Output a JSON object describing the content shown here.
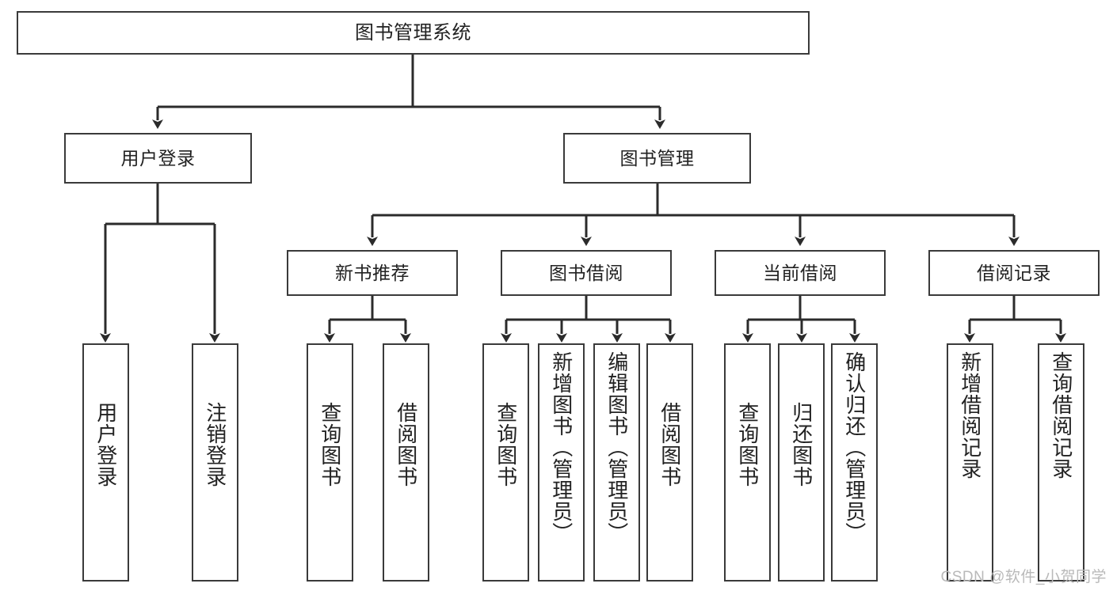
{
  "diagram": {
    "type": "tree",
    "title": "图书管理系统",
    "style": {
      "box_border": "#3a3a3a",
      "box_fill": "#ffffff",
      "line": "#2b2b2b",
      "text": "#222222",
      "background": "#ffffff"
    },
    "nodes": {
      "root": {
        "label": "图书管理系统",
        "orientation": "horizontal"
      },
      "level2": [
        {
          "label": "用户登录",
          "orientation": "horizontal"
        },
        {
          "label": "图书管理",
          "orientation": "horizontal"
        }
      ],
      "level3": [
        {
          "label": "新书推荐",
          "orientation": "horizontal"
        },
        {
          "label": "图书借阅",
          "orientation": "horizontal"
        },
        {
          "label": "当前借阅",
          "orientation": "horizontal"
        },
        {
          "label": "借阅记录",
          "orientation": "horizontal"
        }
      ],
      "leaves_user_login": [
        {
          "label": "用户登录",
          "orientation": "vertical"
        },
        {
          "label": "注销登录",
          "orientation": "vertical"
        }
      ],
      "leaves_new_book": [
        {
          "label": "查询图书",
          "orientation": "vertical"
        },
        {
          "label": "借阅图书",
          "orientation": "vertical"
        }
      ],
      "leaves_borrow_book": [
        {
          "label": "查询图书",
          "orientation": "vertical"
        },
        {
          "label": "新增图书（管理员）",
          "orientation": "vertical"
        },
        {
          "label": "编辑图书（管理员）",
          "orientation": "vertical"
        },
        {
          "label": "借阅图书",
          "orientation": "vertical"
        }
      ],
      "leaves_current_borrow": [
        {
          "label": "查询图书",
          "orientation": "vertical"
        },
        {
          "label": "归还图书",
          "orientation": "vertical"
        },
        {
          "label": "确认归还（管理员）",
          "orientation": "vertical"
        }
      ],
      "leaves_borrow_record": [
        {
          "label": "新增借阅记录",
          "orientation": "vertical"
        },
        {
          "label": "查询借阅记录",
          "orientation": "vertical"
        }
      ]
    }
  },
  "watermark": {
    "text": "CSDN @软件_小贺同学"
  }
}
